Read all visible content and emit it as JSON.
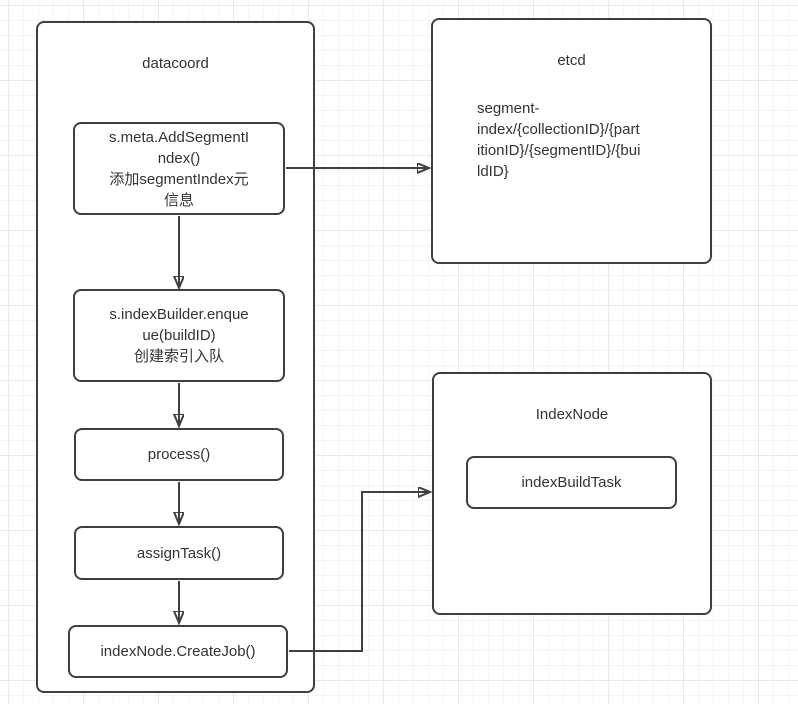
{
  "nodes": {
    "datacoord": {
      "title": "datacoord"
    },
    "step1": {
      "label": "s.meta.AddSegmentI\nndex()\n添加segmentIndex元\n信息"
    },
    "step2": {
      "label": "s.indexBuilder.enque\nue(buildID)\n创建索引入队"
    },
    "step3": {
      "label": "process()"
    },
    "step4": {
      "label": "assignTask()"
    },
    "step5": {
      "label": "indexNode.CreateJob()"
    },
    "etcd": {
      "title": "etcd",
      "body": "segment-\nindex/{collectionID}/{part\nitionID}/{segmentID}/{bui\nldID}"
    },
    "indexnode": {
      "title": "IndexNode"
    },
    "indexBuildTask": {
      "label": "indexBuildTask"
    }
  },
  "colors": {
    "stroke": "#3f3f3f",
    "text": "#333333",
    "background": "#ffffff",
    "grid_minor": "#f4f4f4",
    "grid_major": "#e9e9e9"
  }
}
